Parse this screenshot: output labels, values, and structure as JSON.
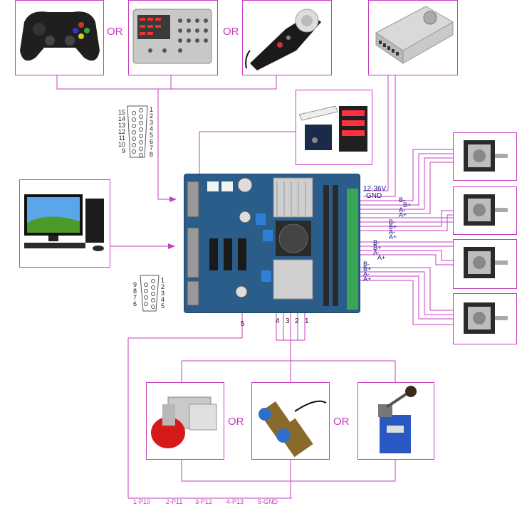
{
  "or_label": "OR",
  "top_devices": {
    "gamepad": {
      "name": "gamepad-controller"
    },
    "keypad": {
      "name": "control-keypad"
    },
    "handwheel": {
      "name": "manual-pulse-generator"
    },
    "power_supply": {
      "name": "power-supply"
    }
  },
  "db15_pins_left": [
    "15",
    "14",
    "13",
    "12",
    "11",
    "10",
    "9"
  ],
  "db15_pins_right": [
    "1",
    "2",
    "3",
    "4",
    "5",
    "6",
    "7",
    "8"
  ],
  "db9_pins_left": [
    "9",
    "8",
    "7",
    "6"
  ],
  "db9_pins_right": [
    "1",
    "2",
    "3",
    "4",
    "5"
  ],
  "power_labels": {
    "voltage": "12-36V",
    "ground": "GND"
  },
  "motor_wire_labels": {
    "m1": [
      "B-",
      "B+",
      "A-",
      "A+"
    ],
    "m2": [
      "B-",
      "B+",
      "A-",
      "A+"
    ],
    "m3": [
      "B-",
      "B+",
      "A-",
      "A+"
    ],
    "m4": [
      "B-",
      "B+",
      "A-",
      "A+"
    ]
  },
  "limit_pin_numbers": [
    "5",
    "4",
    "3",
    "2",
    "1"
  ],
  "bottom_legend": [
    "1-P10",
    "2-P11",
    "3-P12",
    "4-P13",
    "5-GND"
  ],
  "colors": {
    "wire": "#c43dbf",
    "board": "#2b5d8a",
    "terminal": "#3aa655"
  }
}
